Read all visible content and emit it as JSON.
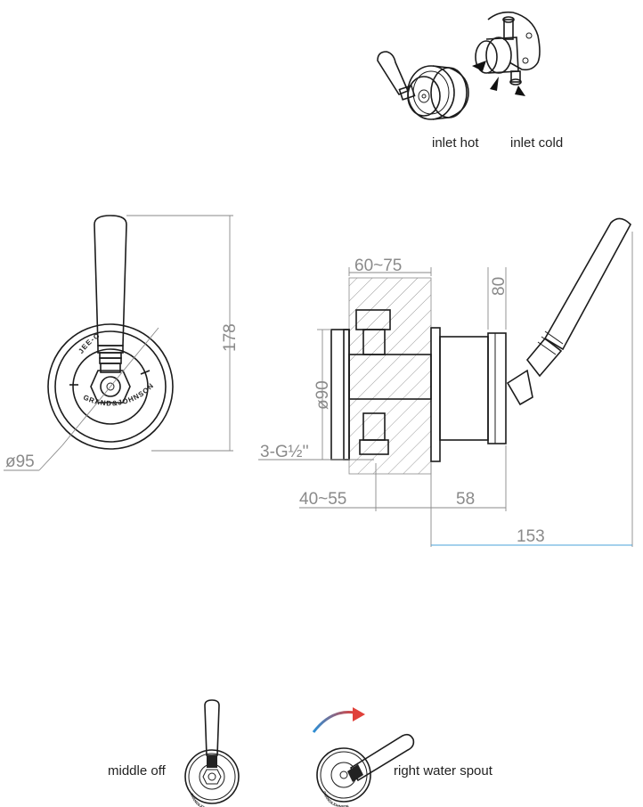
{
  "callouts": {
    "inlet_hot": "inlet hot",
    "inlet_cold": "inlet cold",
    "middle_off": "middle off",
    "right_water_spout": "right water spout"
  },
  "dimensions": {
    "height": "178",
    "diameter_plate": "ø95",
    "wall_depth": "60~75",
    "clearance": "80",
    "body_diameter": "ø90",
    "connection": "3-G½''",
    "min_depth": "40~55",
    "projection": "58",
    "total": "153"
  },
  "branding": {
    "plate_text": "GRAND&JOHNSON",
    "plate_top": "JEE-O"
  },
  "colors": {
    "line": "#1c1c1c",
    "dimension": "#8a8a8a",
    "accent_line": "#4aa3d8",
    "arrow_start": "#2b8fd6",
    "arrow_end": "#e0413a"
  }
}
